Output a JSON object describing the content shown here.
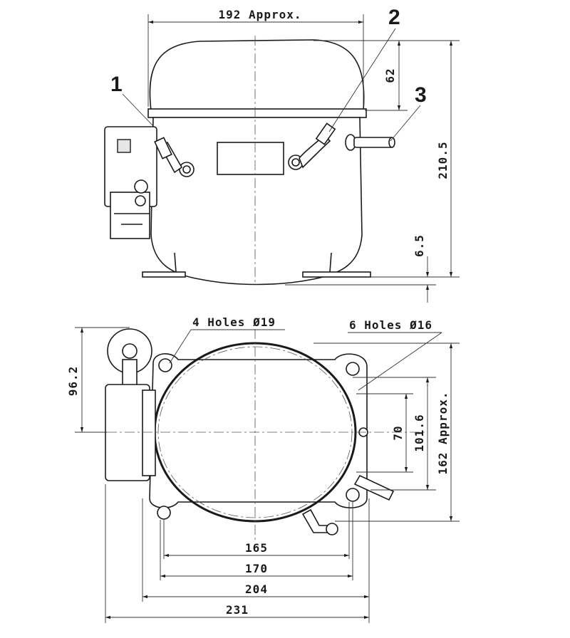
{
  "callouts": {
    "item1": "1",
    "item2": "2",
    "item3": "3"
  },
  "side_view": {
    "width": "192 Approx.",
    "dome_height": "62",
    "total_height": "210.5",
    "foot_height": "6.5"
  },
  "bottom_view": {
    "holes_19": "4 Holes Ø19",
    "holes_16": "6 Holes Ø16",
    "offset_left": "96.2",
    "hole_spacing_70": "70",
    "hole_spacing_101": "101.6",
    "depth": "162 Approx.",
    "width_165": "165",
    "width_170": "170",
    "width_204": "204",
    "width_231": "231"
  }
}
